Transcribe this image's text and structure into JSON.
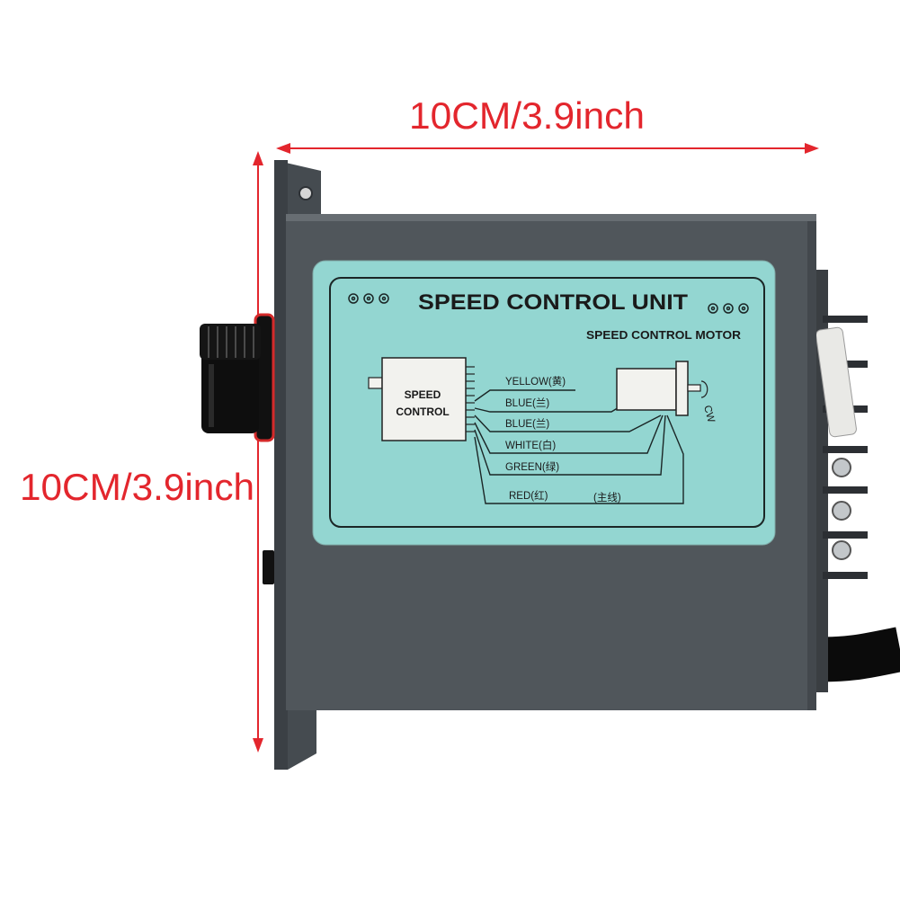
{
  "annotations": {
    "width": "10CM/3.9inch",
    "height": "10CM/3.9inch",
    "color": "#e3262d"
  },
  "label": {
    "title": "SPEED CONTROL  UNIT",
    "subtitle": "SPEED CONTROL MOTOR",
    "controller": [
      "SPEED",
      "CONTROL"
    ],
    "wires": [
      "YELLOW(黄)",
      "BLUE(兰)",
      "BLUE(兰)",
      "WHITE(白)",
      "GREEN(绿)",
      "RED(红)"
    ],
    "main_line": "(主线)",
    "motor_direction": "CW"
  },
  "colors": {
    "housing": "#50565b",
    "label": "#93d6d1",
    "knob": "#0e0e0e",
    "knob_ring": "#d42a2a"
  }
}
